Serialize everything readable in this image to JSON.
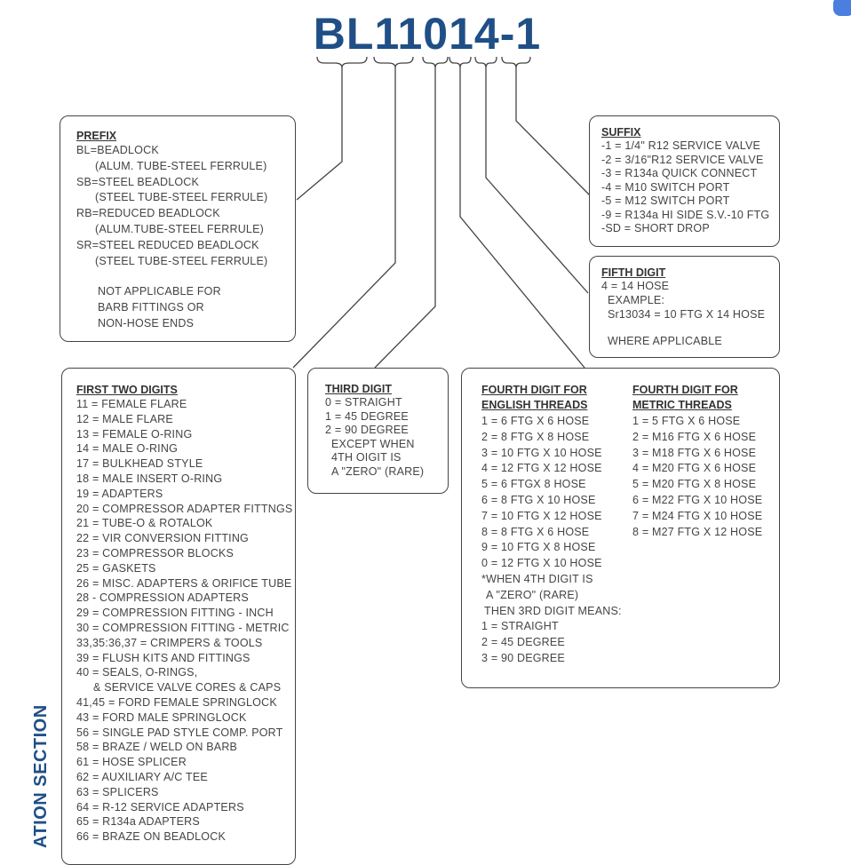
{
  "title": "BL11014-1",
  "side_label": "ATION SECTION",
  "corner_badge": "",
  "prefix": {
    "heading": "PREFIX",
    "lines": [
      "BL=BEADLOCK",
      "    (ALUM. TUBE-STEEL FERRULE)",
      "SB=STEEL BEADLOCK",
      "    (STEEL TUBE-STEEL FERRULE)",
      "RB=REDUCED BEADLOCK",
      "    (ALUM.TUBE-STEEL FERRULE)",
      "SR=STEEL REDUCED BEADLOCK",
      "    (STEEL TUBE-STEEL FERRULE)"
    ],
    "note": [
      "NOT APPLICABLE FOR",
      "BARB FITTINGS OR",
      "NON-HOSE ENDS"
    ]
  },
  "suffix": {
    "heading": "SUFFIX",
    "lines": [
      "-1 = 1/4\" R12 SERVICE VALVE",
      "-2 = 3/16\"R12 SERVICE VALVE",
      "-3 = R134a QUICK CONNECT",
      "-4 = M10 SWITCH PORT",
      "-5 = M12 SWITCH PORT",
      "-9 = R134a HI SIDE S.V.-10 FTG",
      "-SD = SHORT DROP"
    ]
  },
  "fifth": {
    "heading": "FIFTH DIGIT",
    "lines": [
      "4 = 14 HOSE",
      "  EXAMPLE:",
      "  Sr13034 = 10 FTG X 14 HOSE"
    ],
    "note": "  WHERE APPLICABLE"
  },
  "first_two": {
    "heading": "FIRST TWO DIGITS",
    "lines": [
      "11 = FEMALE FLARE",
      "12 = MALE FLARE",
      "13 = FEMALE O-RING",
      "14 = MALE O-RING",
      "17 = BULKHEAD STYLE",
      "18 = MALE INSERT O-RING",
      "19 = ADAPTERS",
      "20 = COMPRESSOR ADAPTER FITTNGS",
      "21 = TUBE-O & ROTALOK",
      "22 = VIR CONVERSION FITTING",
      "23 = COMPRESSOR BLOCKS",
      "25 = GASKETS",
      "26 = MISC. ADAPTERS & ORIFICE TUBE",
      "28 - COMPRESSION ADAPTERS",
      "29 = COMPRESSION FITTING - INCH",
      "30 = COMPRESSION FITTING - METRIC",
      "33,35:36,37 = CRIMPERS & TOOLS",
      "39 = FLUSH KITS AND FITTINGS",
      "40 = SEALS, O-RINGS,",
      "     & SERVICE VALVE CORES & CAPS",
      "41,45 = FORD FEMALE SPRINGLOCK",
      "43 = FORD MALE SPRINGLOCK",
      "56 = SINGLE PAD STYLE COMP. PORT",
      "58 = BRAZE / WELD ON BARB",
      "61 = HOSE SPLICER",
      "62 = AUXILIARY A/C TEE",
      "63 = SPLICERS",
      "64 = R-12 SERVICE ADAPTERS",
      "65 = R134a ADAPTERS",
      "66 = BRAZE ON BEADLOCK"
    ]
  },
  "third": {
    "heading": "THIRD DIGIT",
    "lines": [
      "0 = STRAIGHT",
      "1 = 45 DEGREE",
      "2 = 90 DEGREE",
      "  EXCEPT WHEN",
      "  4TH OIGIT IS",
      "  A \"ZERO\" (RARE)"
    ]
  },
  "fourth_english": {
    "heading1": "FOURTH DIGIT FOR",
    "heading2": "ENGLISH THREADS",
    "lines": [
      "1 = 6 FTG X 6 HOSE",
      "2 = 8 FTG X 8 HOSE",
      "3 = 10 FTG X 10 HOSE",
      "4 = 12 FTG X 12 HOSE",
      "5 =  6 FTGX 8 HOSE",
      "6 =  8 FTG X 10 HOSE",
      "7 = 10 FTG X 12 HOSE",
      "8 =  8 FTG X 6 HOSE",
      "9 = 10 FTG X 8 HOSE",
      "0 = 12 FTG X 10 HOSE",
      "*WHEN 4TH DIGIT IS",
      "  A \"ZERO\" (RARE)",
      " THEN 3RD DIGIT MEANS:",
      "1 = STRAIGHT",
      "2 = 45 DEGREE",
      "3 = 90 DEGREE"
    ]
  },
  "fourth_metric": {
    "heading1": "FOURTH DIGIT FOR",
    "heading2": "METRIC THREADS",
    "lines": [
      "1 =  5  FTG X 6 HOSE",
      "2 = M16 FTG X 6 HOSE",
      "3 = M18 FTG X 6 HOSE",
      "4 = M20 FTG X 6 HOSE",
      "5 = M20 FTG X 8 HOSE",
      "6 = M22 FTG X 10 HOSE",
      "7 = M24 FTG X 10 HOSE",
      "8 = M27 FTG X 12 HOSE"
    ]
  }
}
